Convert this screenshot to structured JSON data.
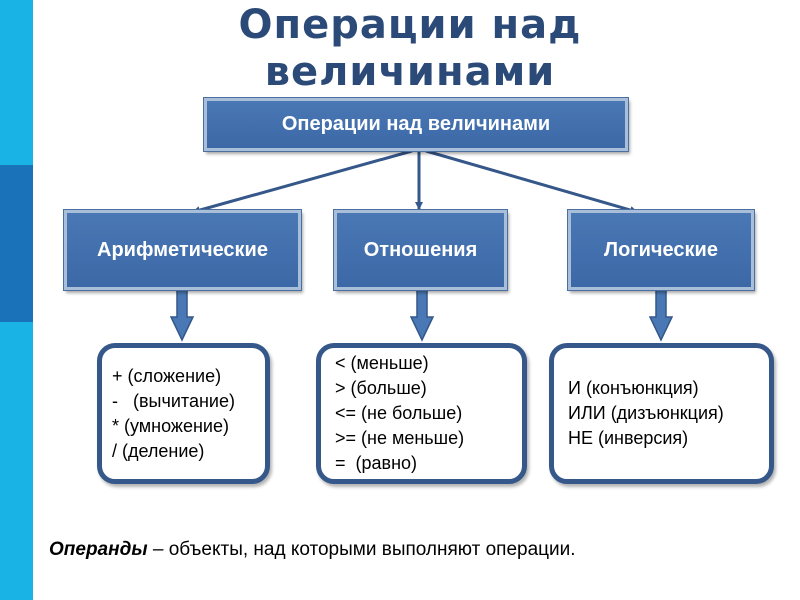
{
  "title": {
    "line1": "Операции над",
    "line2": "величинами"
  },
  "root": {
    "label": "Операции над величинами"
  },
  "categories": [
    {
      "label": "Арифметические",
      "items": [
        "+ (сложение)",
        "-   (вычитание)",
        "* (умножение)",
        "/ (деление)"
      ]
    },
    {
      "label": "Отношения",
      "items": [
        "< (меньше)",
        "> (больше)",
        "<= (не больше)",
        ">= (не меньше)",
        "=  (равно)"
      ]
    },
    {
      "label": "Логические",
      "items": [
        "И (конъюнкция)",
        "ИЛИ (дизъюнкция)",
        "НЕ (инверсия)"
      ]
    }
  ],
  "footnote": {
    "term": "Операнды",
    "text": " – объекты, над которыми выполняют операции."
  },
  "colors": {
    "box_fill": "#4a78b5",
    "box_border": "#a9bed9",
    "title_text": "#2b4a78",
    "detail_border": "#35578a",
    "side_bar_light": "#1ab3e6",
    "side_bar_dark": "#1a73b8"
  }
}
